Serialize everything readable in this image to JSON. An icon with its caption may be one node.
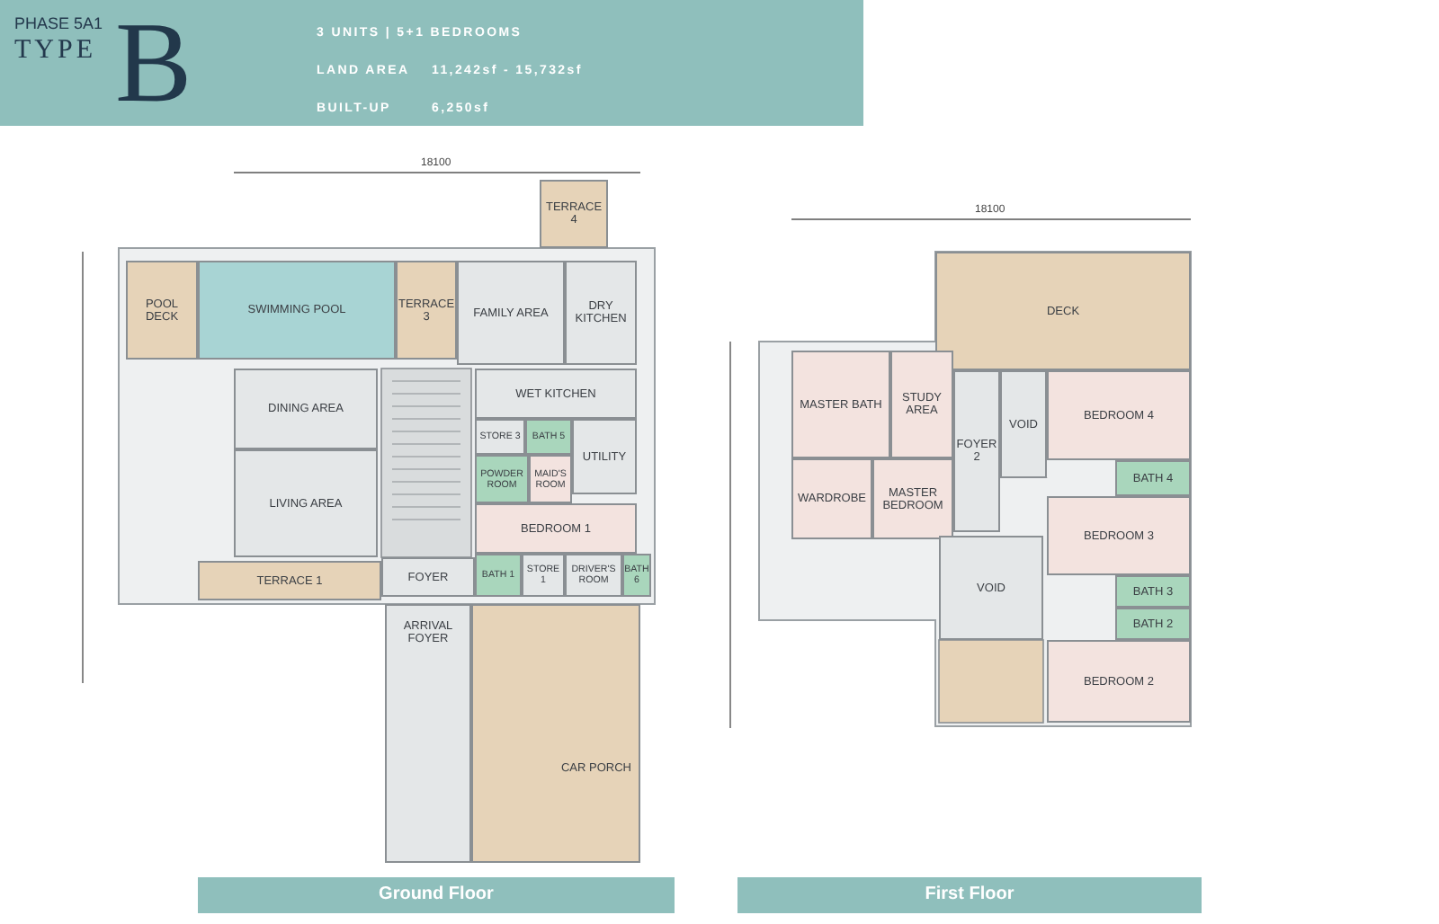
{
  "diagram": {
    "nodes": [
      {
        "text": [
          "TERRACE 4"
        ]
      },
      {
        "text": [
          "POOL DECK"
        ]
      },
      {
        "text": [
          "SWIMMING POOL"
        ]
      },
      {
        "text": [
          "TERRACE 3"
        ]
      },
      {
        "text": [
          "FAMILY AREA"
        ]
      },
      {
        "text": [
          "DRY KITCHEN"
        ]
      },
      {
        "text": [
          "DINING AREA"
        ]
      },
      {
        "text": [
          "WET KITCHEN"
        ]
      },
      {
        "text": [
          "STORE 3"
        ]
      },
      {
        "text": [
          "BATH 5"
        ]
      },
      {
        "text": [
          "UTILITY"
        ]
      },
      {
        "text": [
          "POWDER ROOM"
        ]
      },
      {
        "text": [
          "MAID'S ROOM"
        ]
      },
      {
        "text": [
          "LIVING AREA"
        ]
      },
      {
        "text": [
          "BEDROOM 1"
        ]
      },
      {
        "text": [
          "FOYER"
        ]
      },
      {
        "text": [
          "TERRACE 1"
        ]
      },
      {
        "text": [
          "BATH 1"
        ]
      },
      {
        "text": [
          "STORE 1"
        ]
      },
      {
        "text": [
          "DRIVER'S ROOM"
        ]
      },
      {
        "text": [
          "BATH 6"
        ]
      },
      {
        "text": [
          "ARRIVAL FOYER"
        ]
      },
      {
        "text": [
          "CAR PORCH"
        ]
      },
      {
        "text": [
          "DECK"
        ]
      },
      {
        "text": [
          "MASTER BATH"
        ]
      },
      {
        "text": [
          "STUDY AREA"
        ]
      },
      {
        "text": [
          "FOYER 2"
        ]
      },
      {
        "text": [
          "VOID"
        ]
      },
      {
        "text": [
          "BEDROOM 4"
        ]
      },
      {
        "text": [
          "BATH 4"
        ]
      },
      {
        "text": [
          "WARDROBE"
        ]
      },
      {
        "text": [
          "MASTER BEDROOM"
        ]
      },
      {
        "text": [
          "BEDROOM 3"
        ]
      },
      {
        "text": [
          "VOID"
        ]
      },
      {
        "text": [
          "BATH 3"
        ]
      },
      {
        "text": [
          "BATH 2"
        ]
      },
      {
        "text": [
          "BEDROOM 2"
        ]
      }
    ],
    "labels": [
      "PHASE 5A1",
      "TYPE",
      "B",
      "3 UNITS | 5+1 BEDROOMS",
      "LAND AREA",
      "11,242sf - 15,732sf",
      "BUILT-UP",
      "6,250sf",
      "18100",
      "18100",
      "Ground Floor",
      "First Floor"
    ]
  }
}
